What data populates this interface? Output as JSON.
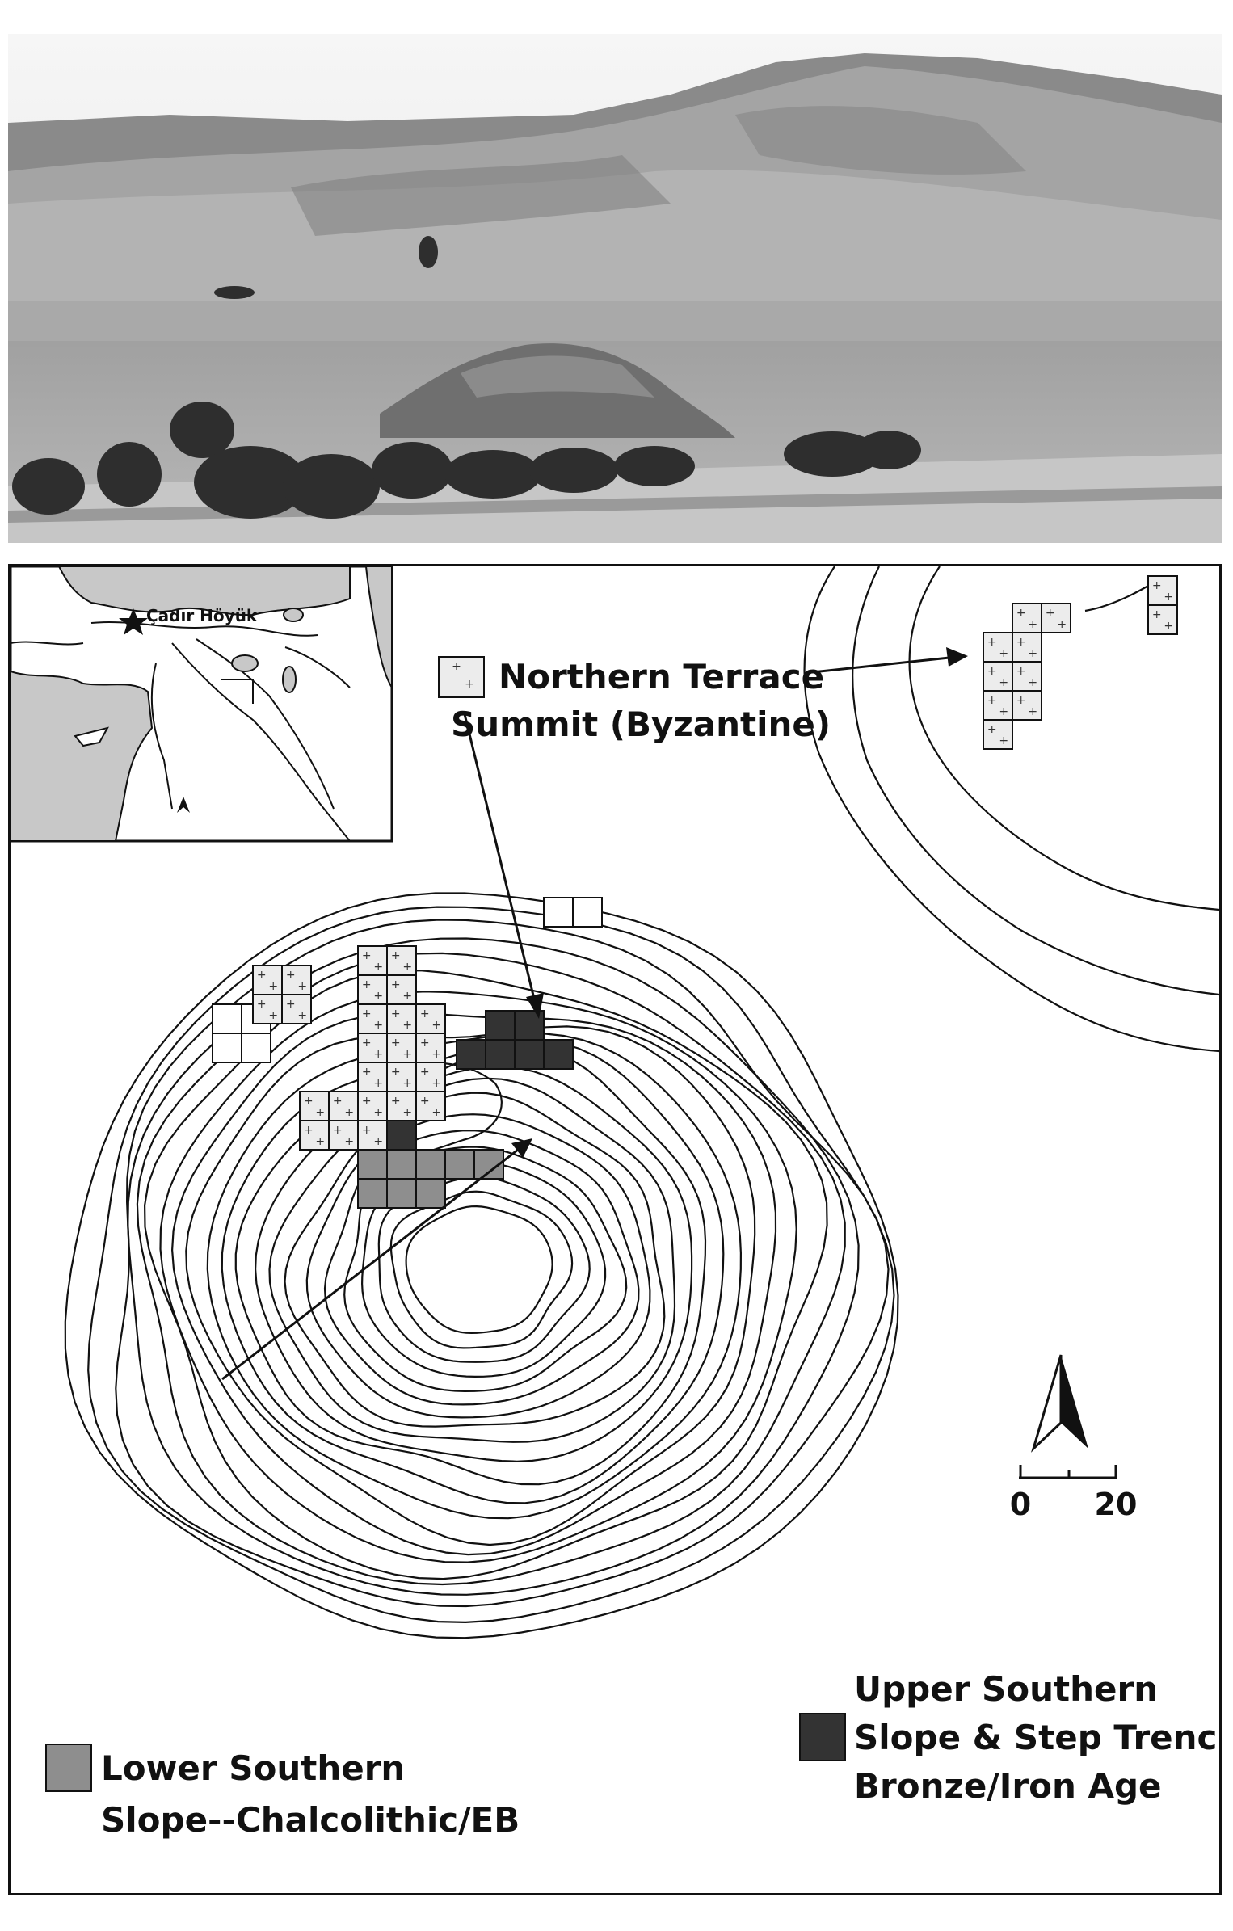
{
  "photo": {
    "description_icon": "landscape-photo"
  },
  "inset_map": {
    "site_label": "Çadır Höyük"
  },
  "legend": {
    "northern": {
      "line1": "Northern Terrace",
      "line2": "Summit (Byzantine)"
    },
    "lower": {
      "line1": "Lower Southern",
      "line2": "Slope--Chalcolithic/EB"
    },
    "upper": {
      "line1": "Upper Southern",
      "line2": "Slope & Step Trench",
      "line3": "Bronze/Iron Age"
    }
  },
  "scale": {
    "min_label": "0",
    "max_label": "20"
  },
  "colors": {
    "light_fill": "#ececec",
    "gray_fill": "#8e8e8e",
    "dark_fill": "#333333",
    "line": "#111111"
  }
}
